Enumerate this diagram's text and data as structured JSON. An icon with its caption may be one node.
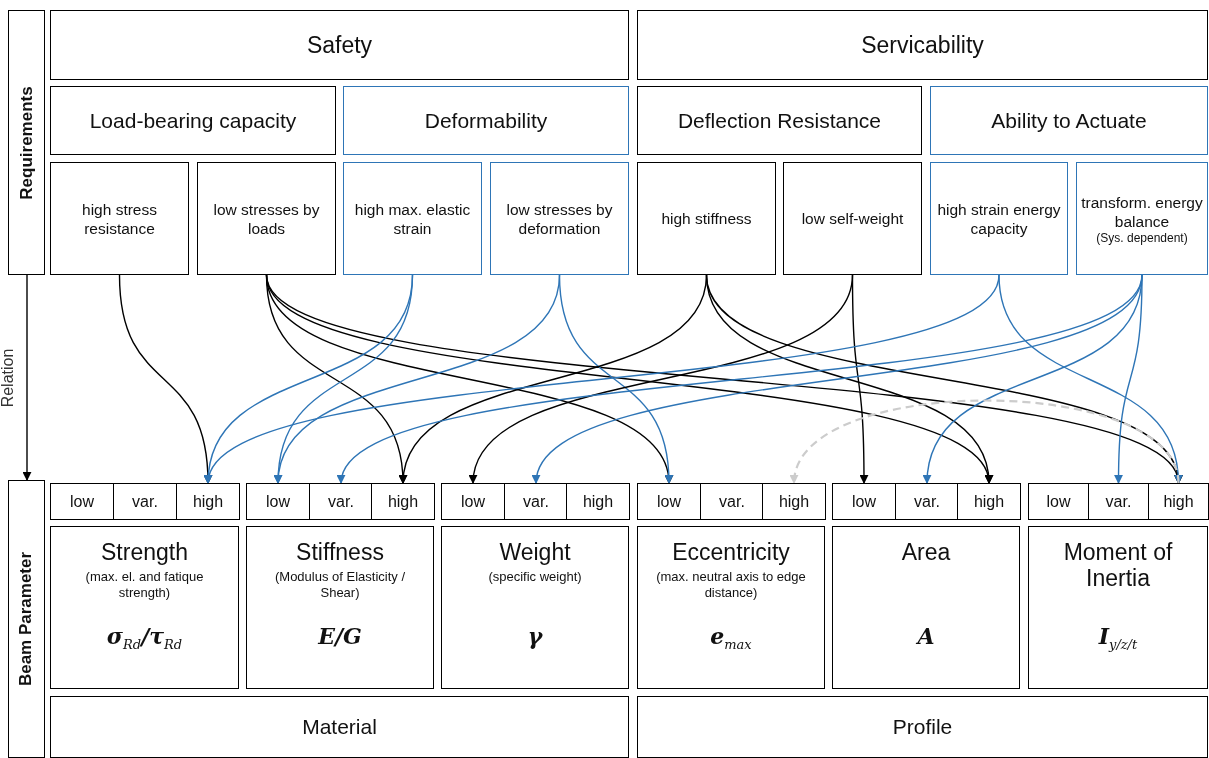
{
  "diagram": {
    "nodes": [
      {
        "text": [
          "Requirements"
        ]
      },
      {
        "text": [
          "Safety"
        ]
      },
      {
        "text": [
          "Servicability"
        ]
      },
      {
        "text": [
          "Load-bearing capacity"
        ]
      },
      {
        "text": [
          "Deformability"
        ]
      },
      {
        "text": [
          "Deflection Resistance"
        ]
      },
      {
        "text": [
          "Ability to Actuate"
        ]
      },
      {
        "text": [
          "high stress resistance"
        ]
      },
      {
        "text": [
          "low stresses by loads"
        ]
      },
      {
        "text": [
          "high max. elastic strain"
        ]
      },
      {
        "text": [
          "low stresses by deformation"
        ]
      },
      {
        "text": [
          "high stiffness"
        ]
      },
      {
        "text": [
          "low self-weight"
        ]
      },
      {
        "text": [
          "high strain energy capacity"
        ]
      },
      {
        "text": [
          "transform. energy balance",
          "(Sys. dependent)"
        ]
      },
      {
        "text": [
          "Beam Parameter"
        ]
      },
      {
        "text": [
          "low"
        ]
      },
      {
        "text": [
          "var."
        ]
      },
      {
        "text": [
          "high"
        ]
      },
      {
        "text": [
          "low"
        ]
      },
      {
        "text": [
          "var."
        ]
      },
      {
        "text": [
          "high"
        ]
      },
      {
        "text": [
          "low"
        ]
      },
      {
        "text": [
          "var."
        ]
      },
      {
        "text": [
          "high"
        ]
      },
      {
        "text": [
          "low"
        ]
      },
      {
        "text": [
          "var."
        ]
      },
      {
        "text": [
          "high"
        ]
      },
      {
        "text": [
          "low"
        ]
      },
      {
        "text": [
          "var."
        ]
      },
      {
        "text": [
          "high"
        ]
      },
      {
        "text": [
          "low"
        ]
      },
      {
        "text": [
          "var."
        ]
      },
      {
        "text": [
          "high"
        ]
      },
      {
        "text": [
          "Strength",
          "(max. el. and fatique strength)",
          "σ$_{Rd}$/τ$_{Rd}$"
        ]
      },
      {
        "text": [
          "Stiffness",
          "(Modulus of Elasticity / Shear)",
          "E/G"
        ]
      },
      {
        "text": [
          "Weight",
          "(specific weight)",
          "γ"
        ]
      },
      {
        "text": [
          "Eccentricity",
          "(max. neutral axis to edge distance)",
          "e$_{max}$"
        ]
      },
      {
        "text": [
          "Area",
          "A"
        ]
      },
      {
        "text": [
          "Moment of Inertia",
          "I$_{y/z/t}$"
        ]
      },
      {
        "text": [
          "Material"
        ]
      },
      {
        "text": [
          "Profile"
        ]
      }
    ],
    "edges": [
      {
        "from": 0,
        "to": 15,
        "arrow": "to",
        "label": "Relation"
      },
      {
        "from": 7,
        "to": 18,
        "arrow": "to"
      },
      {
        "from": 8,
        "to": 21,
        "arrow": "to"
      },
      {
        "from": 8,
        "to": 25,
        "arrow": "to"
      },
      {
        "from": 8,
        "to": 30,
        "arrow": "to"
      },
      {
        "from": 8,
        "to": 33,
        "arrow": "to"
      },
      {
        "from": 9,
        "to": 18,
        "arrow": "to",
        "color": "#2e75b6"
      },
      {
        "from": 9,
        "to": 19,
        "arrow": "to",
        "color": "#2e75b6"
      },
      {
        "from": 10,
        "to": 19,
        "arrow": "to",
        "color": "#2e75b6"
      },
      {
        "from": 10,
        "to": 25,
        "arrow": "to",
        "color": "#2e75b6"
      },
      {
        "from": 11,
        "to": 21,
        "arrow": "to"
      },
      {
        "from": 11,
        "to": 30,
        "arrow": "to"
      },
      {
        "from": 11,
        "to": 33,
        "arrow": "to"
      },
      {
        "from": 12,
        "to": 22,
        "arrow": "to"
      },
      {
        "from": 12,
        "to": 28,
        "arrow": "to"
      },
      {
        "from": 13,
        "to": 18,
        "arrow": "to",
        "color": "#2e75b6"
      },
      {
        "from": 13,
        "to": 33,
        "arrow": "to",
        "color": "#2e75b6"
      },
      {
        "from": 14,
        "to": 20,
        "arrow": "to",
        "color": "#2e75b6"
      },
      {
        "from": 14,
        "to": 23,
        "arrow": "to",
        "color": "#2e75b6"
      },
      {
        "from": 14,
        "to": 29,
        "arrow": "to",
        "color": "#2e75b6"
      },
      {
        "from": 14,
        "to": 32,
        "arrow": "to",
        "color": "#2e75b6"
      },
      {
        "from": 33,
        "to": 27,
        "arrow": "to",
        "style": "dashed",
        "color": "#cccccc"
      }
    ]
  }
}
